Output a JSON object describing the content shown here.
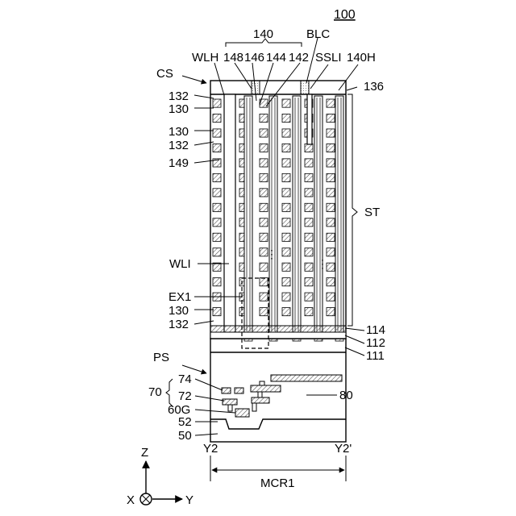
{
  "figure": {
    "number": "100"
  },
  "labels": {
    "cs": "CS",
    "ps": "PS",
    "group_140": "140",
    "blc": "BLC",
    "wlh": "WLH",
    "l148": "148",
    "l146": "146",
    "l144": "144",
    "l142": "142",
    "ssli": "SSLI",
    "l140h": "140H",
    "l136": "136",
    "l132_top": "132",
    "l130_top": "130",
    "l130_mid": "130",
    "l132_mid": "132",
    "l149": "149",
    "st": "ST",
    "wli": "WLI",
    "ex1": "EX1",
    "l130_low": "130",
    "l132_low": "132",
    "l114": "114",
    "l112": "112",
    "l111": "111",
    "l74": "74",
    "l70": "70",
    "l72": "72",
    "l60g": "60G",
    "l52": "52",
    "l50": "50",
    "l80": "80",
    "y2": "Y2",
    "y2p": "Y2'",
    "mcr1": "MCR1"
  },
  "axes": {
    "z": "Z",
    "x": "X",
    "y": "Y"
  },
  "colors": {
    "ink": "#000000",
    "paper": "#ffffff",
    "hatch": "#555555"
  }
}
